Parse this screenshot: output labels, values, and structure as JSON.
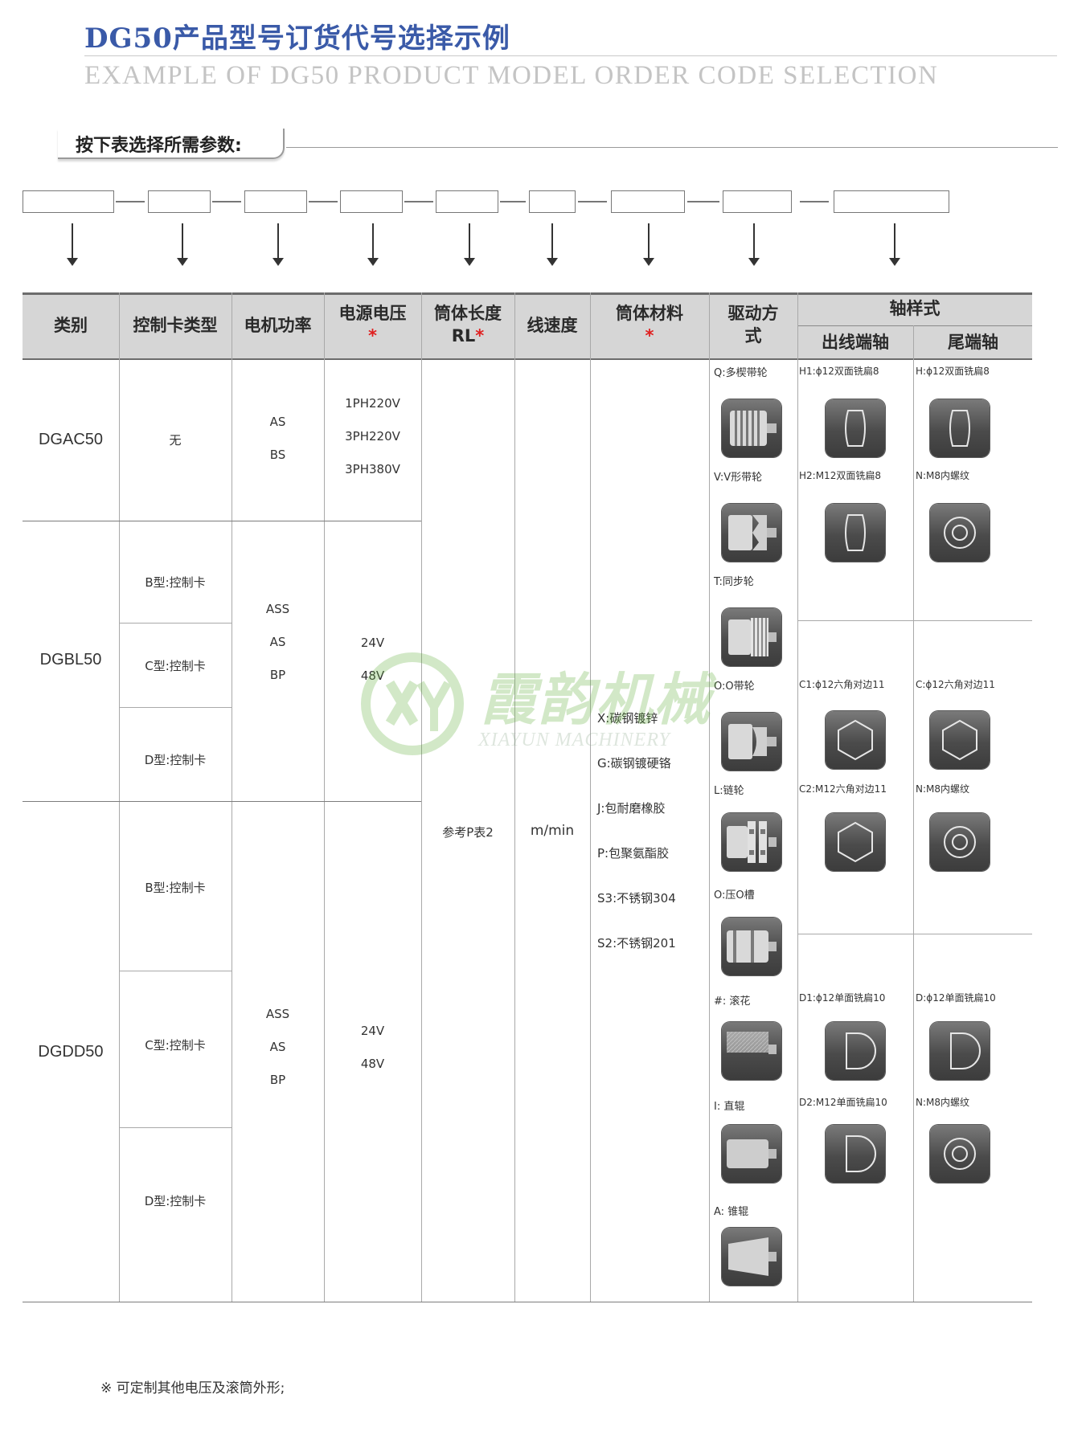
{
  "header": {
    "title_cn": "DG50产品型号订货代号选择示例",
    "title_en": "EXAMPLE OF DG50 PRODUCT MODEL ORDER CODE SELECTION"
  },
  "section": {
    "label": "按下表选择所需参数:"
  },
  "table": {
    "headers": {
      "category": "类别",
      "control_card": "控制卡类型",
      "motor_power": "电机功率",
      "voltage": "电源电压",
      "length": "筒体长度",
      "length_sub": "RL",
      "speed": "线速度",
      "material": "筒体材料",
      "drive_line1": "驱动方",
      "drive_line2": "式",
      "shaft": "轴样式",
      "shaft_out": "出线端轴",
      "shaft_tail": "尾端轴",
      "star": "*"
    },
    "categories": [
      "DGAC50",
      "DGBL50",
      "DGDD50"
    ],
    "control_cards": {
      "none": "无",
      "b": "B型:控制卡",
      "c": "C型:控制卡",
      "d": "D型:控制卡"
    },
    "power": {
      "ac": [
        "AS",
        "BS"
      ],
      "bl": [
        "ASS",
        "AS",
        "BP"
      ],
      "dd": [
        "ASS",
        "AS",
        "BP"
      ]
    },
    "voltage": {
      "ac": [
        "1PH220V",
        "3PH220V",
        "3PH380V"
      ],
      "bl": [
        "24V",
        "48V"
      ],
      "dd": [
        "24V",
        "48V"
      ]
    },
    "length_ref": "参考P表2",
    "speed_unit": "m/min",
    "materials": [
      "X:碳钢镀锌",
      "G:碳钢镀硬铬",
      "J:包耐磨橡胶",
      "P:包聚氨酯胶",
      "S3:不锈钢304",
      "S2:不锈钢201"
    ],
    "drives": [
      "Q:多楔带轮",
      "V:V形带轮",
      "T:同步轮",
      "O:O带轮",
      "L:链轮",
      "O:压O槽",
      "#: 滚花",
      "I: 直辊",
      "A: 锥辊"
    ],
    "shaft_out": [
      "H1:ϕ12双面铣扁8",
      "H2:M12双面铣扁8",
      "C1:ϕ12六角对边11",
      "C2:M12六角对边11",
      "D1:ϕ12单面铣扁10",
      "D2:M12单面铣扁10"
    ],
    "shaft_tail": [
      "H:ϕ12双面铣扁8",
      "N:M8内螺纹",
      "C:ϕ12六角对边11",
      "N:M8内螺纹",
      "D:ϕ12单面铣扁10",
      "N:M8内螺纹"
    ]
  },
  "watermark": {
    "cn": "霞韵机械",
    "en": "XIAYUN MACHINERY"
  },
  "note": "※    可定制其他电压及滚筒外形;",
  "colors": {
    "title": "#3a5aa8",
    "header_bg": "#d6d6d6",
    "star": "#e01f1f",
    "watermark": "#5fae3a"
  }
}
